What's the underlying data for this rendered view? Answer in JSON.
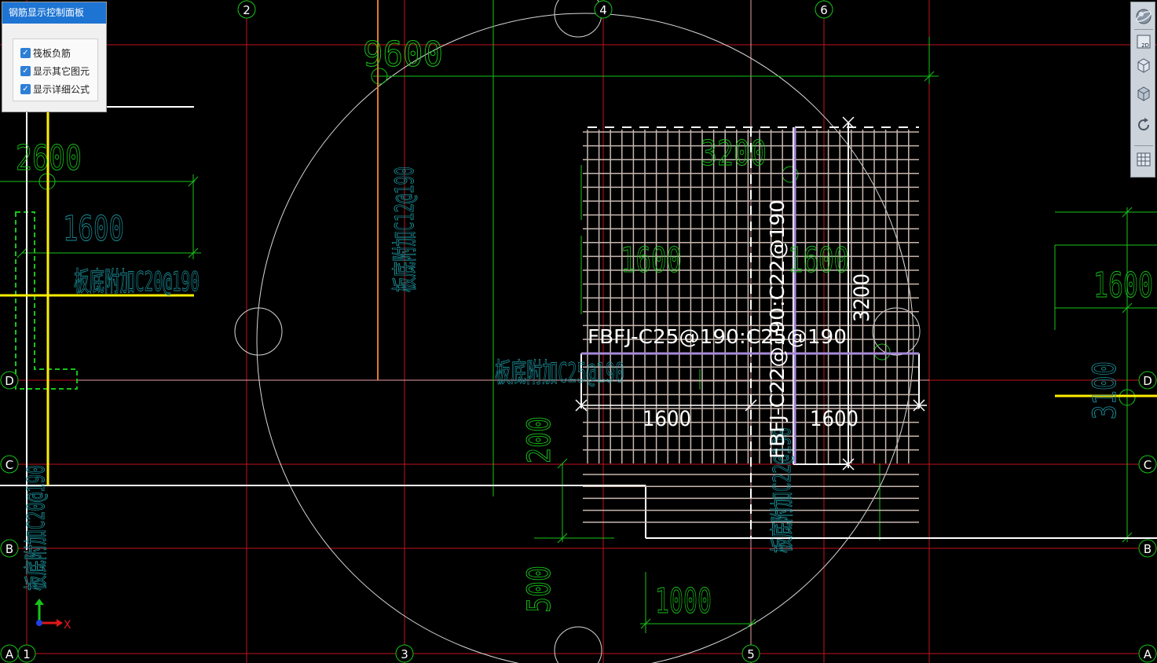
{
  "panel": {
    "title": "钢筋显示控制面板",
    "checkboxes": [
      {
        "label": "筏板负筋",
        "checked": true
      },
      {
        "label": "显示其它图元",
        "checked": true
      },
      {
        "label": "显示详细公式",
        "checked": true
      }
    ]
  },
  "toolbar": {
    "items": [
      {
        "icon": "orbit-sphere-icon"
      },
      {
        "icon": "view-2d-icon",
        "label": "2D"
      },
      {
        "icon": "view-3d-icon"
      },
      {
        "icon": "cube-icon"
      },
      {
        "icon": "rotate-icon"
      },
      {
        "icon": "layer-grid-icon"
      }
    ]
  },
  "axes": {
    "top": [
      "2",
      "4",
      "6"
    ],
    "bottom": [
      "1",
      "3",
      "5"
    ],
    "rows_left": [
      "D",
      "C",
      "B",
      "A"
    ],
    "rows_right": [
      "D",
      "C",
      "B",
      "A"
    ]
  },
  "dims": {
    "d9600": "9600",
    "d2600": "2600",
    "d1600_left": "1600",
    "d3200_top": "3200",
    "d1600_mid_a": "1600",
    "d1600_mid_b": "1600",
    "d1600_right": "1600",
    "d3200_vert": "3200",
    "d1600_bot_a": "1600",
    "d1600_bot_b": "1600",
    "d200": "200",
    "d500": "500",
    "d1000": "1000",
    "d3100": "3100"
  },
  "annotations": {
    "left_rebar": "板底附加C20@190",
    "vert_rebar": "板底附加C12@190",
    "mid_rebar": "板底附加C25@190",
    "vert_rebar2": "板底附加C22@190",
    "left_vert_rebar": "板底附加C20@190",
    "fbfj_h": "FBFJ-C25@190:C25@190",
    "fbfj_v": "FBFJ-C22@190:C22@190"
  },
  "ucs": {
    "x_label": "X"
  },
  "colors": {
    "axis_red": "#c0141c",
    "dim_green": "#18c418",
    "rebar_text": "#1a8f99",
    "grid_mesh": "#c8b8b0",
    "white": "#ffffff",
    "yellow": "#ffee00",
    "pink": "#e8a0a8",
    "panel_blue": "#1e74d3"
  }
}
